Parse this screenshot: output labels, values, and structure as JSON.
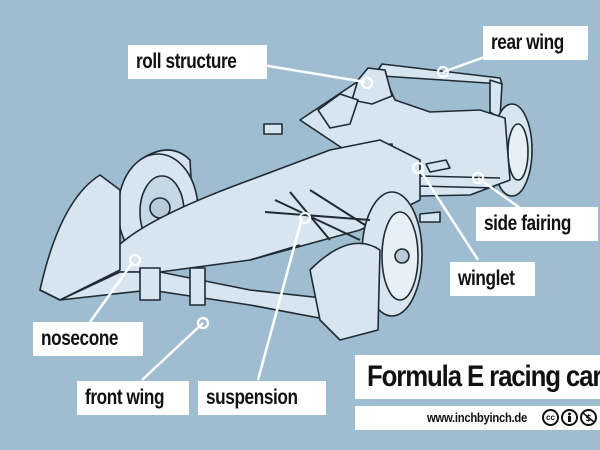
{
  "title": "Formula E racing car",
  "credit": {
    "url": "www.inchbyinch.de",
    "license_icons": [
      "cc-icon",
      "attribution-icon",
      "noncommercial-icon"
    ],
    "cc_text": "cc"
  },
  "labels": [
    {
      "id": "roll-structure",
      "text": "roll structure"
    },
    {
      "id": "rear-wing",
      "text": "rear wing"
    },
    {
      "id": "side-fairing",
      "text": "side fairing"
    },
    {
      "id": "winglet",
      "text": "winglet"
    },
    {
      "id": "nosecone",
      "text": "nosecone"
    },
    {
      "id": "front-wing",
      "text": "front wing"
    },
    {
      "id": "suspension",
      "text": "suspension"
    }
  ],
  "colors": {
    "background": "#9fbdd1",
    "car_body": "#d6e5ef",
    "outline": "#1f2a33",
    "label_bg": "#ffffff",
    "leader_line": "#ffffff"
  }
}
